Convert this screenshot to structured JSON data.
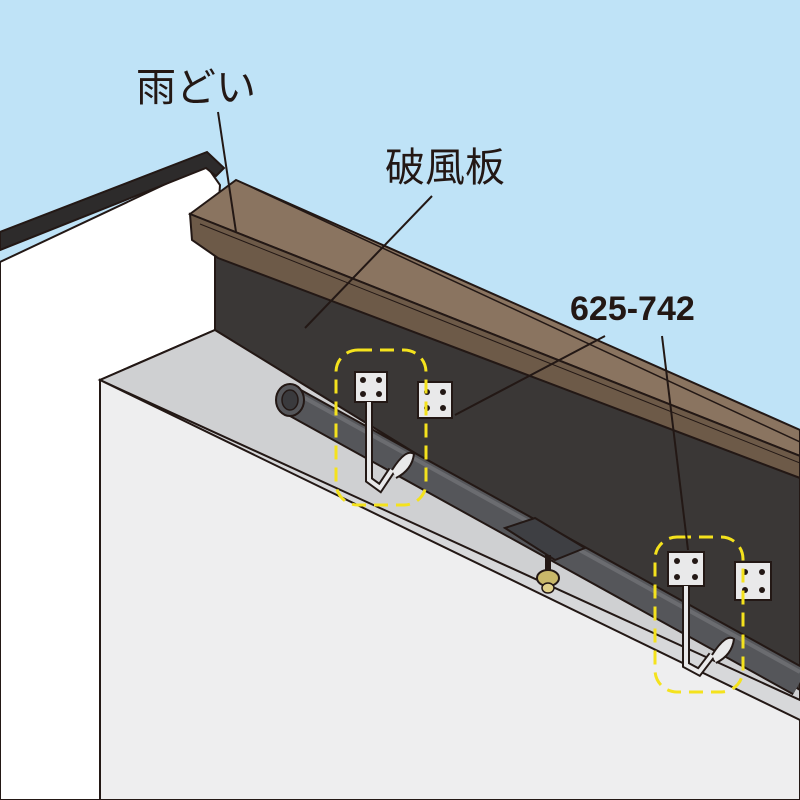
{
  "labels": {
    "gutter": "雨どい",
    "fascia": "破風板",
    "part_number": "625-742"
  },
  "colors": {
    "sky": "#bfe3f7",
    "wall_front": "#eeeeef",
    "wall_side": "#ffffff",
    "fascia": "#3a3736",
    "gutter_top": "#8a7460",
    "gutter_face": "#6d5a48",
    "pipe": "#55565a",
    "bracket": "#e9e9ea",
    "highlight": "#f4e21d",
    "outline": "#231815"
  },
  "icons": {
    "brackets": "bracket-icon",
    "heater_connector": "connector-icon"
  }
}
